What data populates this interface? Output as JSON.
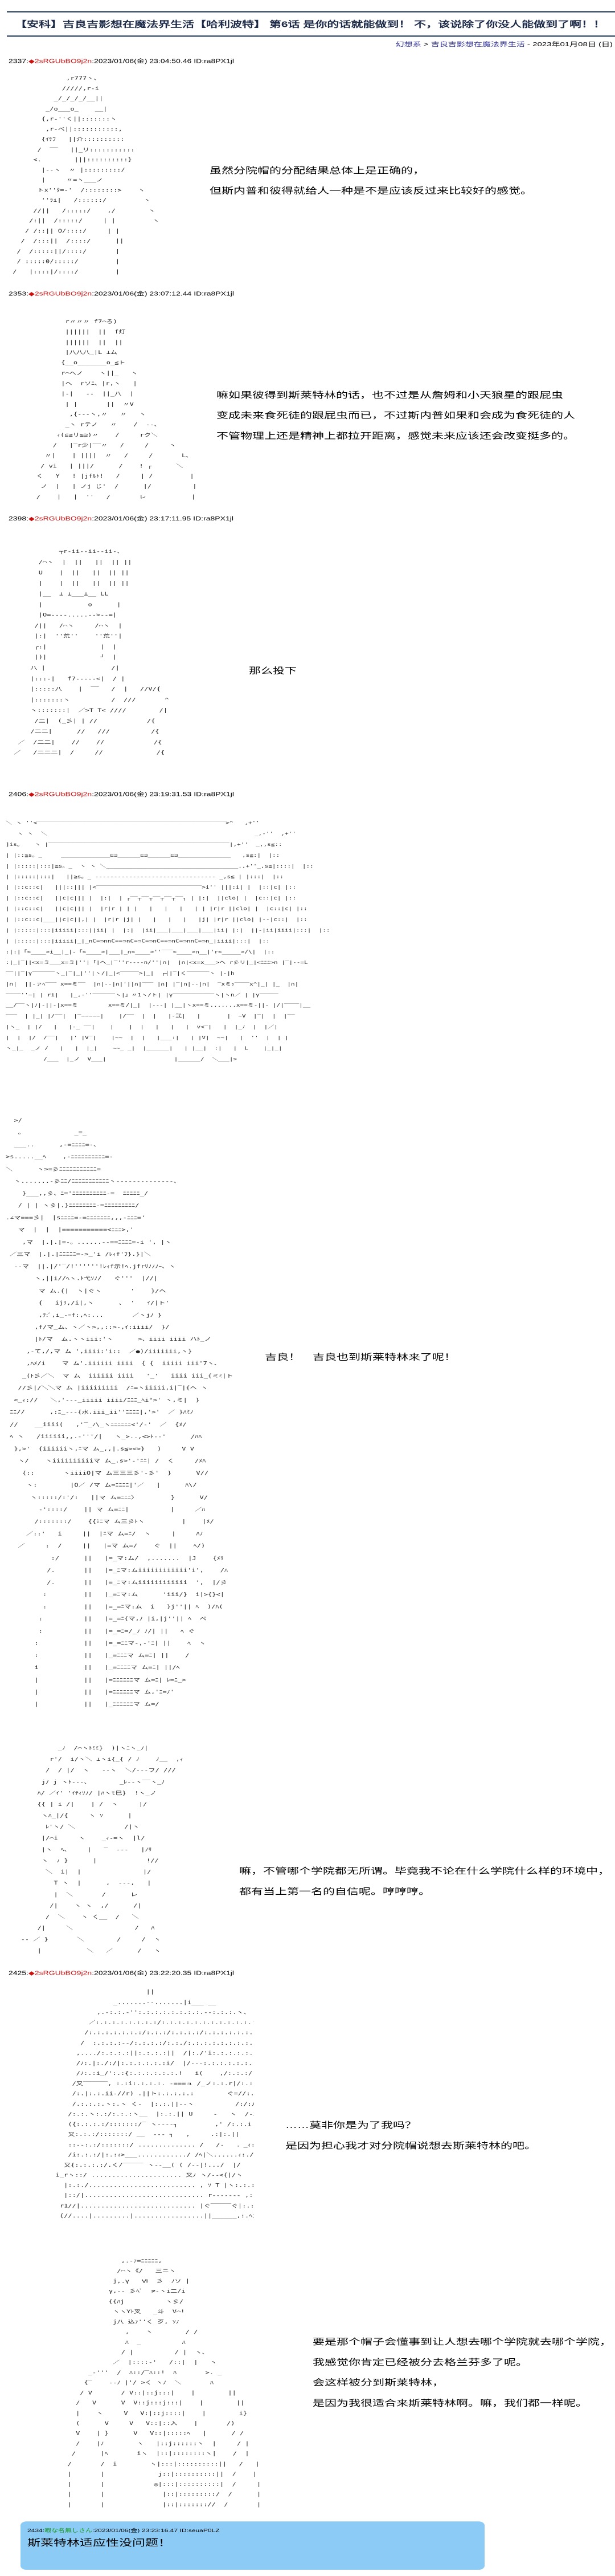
{
  "title": "【安科】吉良吉影想在魔法界生活【哈利波特】 第6话 是你的话就能做到！ 不，该说除了你没人能做到了啊！！",
  "breadcrumb": {
    "category": "幻想系",
    "separator": " > ",
    "series": "吉良吉影想在魔法界生活",
    "date": " - 2023年01月08日 (日)"
  },
  "posts": [
    {
      "number": "2337:",
      "trip": "◆2sRGUbBO9j2n",
      "meta": ":2023/01/06(金) 23:04:50.46 ID:ra8PX1jl"
    },
    {
      "number": "2353:",
      "trip": "◆2sRGUbBO9j2n",
      "meta": ":2023/01/06(金) 23:07:12.44 ID:ra8PX1jl"
    },
    {
      "number": "2398:",
      "trip": "◆2sRGUbBO9j2n",
      "meta": ":2023/01/06(金) 23:17:11.95 ID:ra8PX1jl"
    },
    {
      "number": "2406:",
      "trip": "◆2sRGUbBO9j2n",
      "meta": ":2023/01/06(金) 23:19:31.53 ID:ra8PX1jl"
    },
    {
      "number": "2425:",
      "trip": "◆2sRGUbBO9j2n",
      "meta": ":2023/01/06(金) 23:22:20.35 ID:ra8PX1jl"
    }
  ],
  "texts": {
    "t1": [
      "虽然分院帽的分配结果总体上是正确的，",
      "但斯内普和彼得就给人一种是不是应该反过来比较好的感觉。"
    ],
    "t2": [
      "嘛如果彼得到斯莱特林的话，也不过是从詹姆和小天狼星的跟屁虫",
      "变成未来食死徒的跟屁虫而已，不过斯内普如果和会成为食死徒的人",
      "不管物理上还是精神上都拉开距离，感觉未来应该还会改变挺多的。"
    ],
    "t3": [
      "那么投下"
    ],
    "t4": [
      "吉良！　吉良也到斯莱特林来了呢！"
    ],
    "t5": [
      "嘛，不管哪个学院都无所谓。毕竟我不论在什么学院什么样的环境中，",
      "都有当上第一名的自信呢。哼哼哼。"
    ],
    "t6": [
      "……莫非你是为了我吗？",
      "是因为担心我才对分院帽说想去斯莱特林的吧。"
    ],
    "t7": [
      "要是那个帽子会懂事到让人想去哪个学院就去哪个学院，",
      "我感觉你肯定已经被分去格兰芬多了呢。",
      "会这样被分到斯莱特林，",
      "是因为我很适合来斯莱特林啊。嘛，我们都一样呢。"
    ]
  },
  "reply": {
    "number": "2434:",
    "name": "暇な名無しさん",
    "meta": ":2023/01/06(金) 23:23:16.47 ID:seuaP0LZ",
    "text": "斯莱特林适应性没问题！"
  },
  "art": {
    "a1": [
      "              ,r777ヽ、",
      "             /////,r‐i",
      "           _/_/_/_/__||",
      "         _/o___o_    __|",
      "        {,r‐''く||:::::::ヽ",
      "         ,r‐ベ||:::::::::::,",
      "        {ｲｹﾌ   ||介::::::::::",
      "       /  ‾‾   ||_リ:::::::::::",
      "      <.        |||::::::::::}",
      "        |‐‐ヽ  〃 |:::::::::/",
      "        |     〃=ヽ___ノ",
      "       トx''ﾀ=‐'  /::::::::>    ヽ",
      "        ''ﾗi|   /::::::/         ヽ",
      "      //||   /:::::/    ,/        ヽ",
      "     /:||  /:::::/     | |         ヽ",
      "    / /::|| O/::::/     | |",
      "   /  /:::||  /::::/      ||",
      "  /  /:::::||/::::/       |",
      "  / :::::0/:::::/         |",
      " /   |::::|/::::/         |"
    ],
    "a2": [
      "           r〃〃〃 f7⌒ろ)",
      "           ||||||  ||  f灯",
      "           ||||||  ||  ||",
      "           |八八八_|L ⊥ム",
      "          {__o_______o_≦ト",
      "          r⌒ヘノ    ヽ||_   ヽ",
      "          |へ  rソﾆ、|r,ヽ   |",
      "          |‐|   ‐‐  ||_八  |",
      "           | |       ||  〃V",
      "            ,{‐‐‐ヽ,〃   〃   ヽ",
      "           _ヽ rテノ   〃    /  ‐‐、",
      "         ｨ(⊆≧リ≦⊇)〃    /     rク＼",
      "        /   |‾r少|‾‾〃   /     /     ヽ",
      "      〃|    | ||||  〃   /     /       L、",
      "     / vi   | |||/      /    ! ┌      ＼",
      "    く   Y   ! |jfﾙﾄ!   /     | /         |",
      "     ノ  |   | ノj じ'  /      |/          |",
      "    /    |   |  ''   /       レ           |"
    ],
    "a3": [
      "             ┬r‐ii‐‐ii‐‐ii‐、",
      "        /⌒ヽ  |  ||   ||  || ||",
      "        U    |  ||   ||  || ||",
      "        |    |  ||   ||  || ||",
      "        |__  ⊥ ⊥___⊥__ LL",
      "        |           o      |",
      "        |O=‐‐‐‐.....‐‐>‐‐=|",
      "       /||   /⌒ヽ     /⌒ヽ  |",
      "       |:|  ''荒''    ''荒''|",
      "       ┌:|             |  |",
      "       |)|             ┘  |",
      "      八 |                /|",
      "      |:::‐|   f7‐‐‐‐‐<|  / |",
      "      |:::::八    |  ‾‾   /  |   //V/{",
      "      |:::::::ヽ          /  ///       ^",
      "      ヽ:::::::|  ／>T T< ////        /|",
      "       /二|  (_彡| | //            /{",
      "      /二二|      //   ///          /{",
      "   ／  /二二|    //    //            /{",
      "  ／   /二二二|  /     //             /{"
    ],
    "a4": [
      "＼ ヽ ''<‾‾‾‾‾‾‾‾‾‾‾‾‾‾‾‾‾‾‾‾‾‾‾‾‾‾‾‾‾‾‾‾‾‾‾‾‾‾‾‾‾‾‾‾‾‾‾‾‾‾>^   ,+''",
      "   ヽ ヽ  ＼                                                       _,-''  ,+''",
      "]is。   ヽ |‾‾‾‾‾‾‾‾‾‾‾‾‾‾‾‾‾‾‾‾‾‾‾‾‾‾‾‾‾‾‾‾‾‾‾‾‾‾‾‾‾‾‾‾‾‾‾‾|,+''  _,,s≦::",
      "| |::≧s。_     _____________⊆⊇______⊆⊇______⊆⊇______________   ,s≦:|  |::",
      "| |:::::|:::|≧s。_  ヽ ヽ ＼___________________________________.,+''_,s≦|::::|  |::",
      "| |:::::|:::|   ||≧s。_ ‐‐‐‐‐‐‐‐‐‐‐‐‐‐‐‐‐‐‐‐‐‐‐‐‐‐‐‐‐‐‐‐ _,s≦ | |:::|  |::",
      "| |::c::c|   |||::||| |<‾‾‾‾‾‾‾‾‾‾‾‾‾‾‾‾‾‾‾‾‾‾‾‾‾‾‾‾>i'' |||:i| |  |::|c| |::",
      "| |::c::c|   ||c|c||| |  |:|  | ┌‾‾┬‾‾┬‾‾┬‾‾┬‾‾┐ | |:|  ||clo| |  |c::|c| |::",
      "| |::c::c|   ||c|c||| |  |r|r | | |   |   |   |   | | |r|r ||clo| |  |c::|c| |::",
      "| |::c::c|___||c|c||,| |  |r|r |j| |   |   |   |   |j| |r|r ||clo| |‐‐|c::|  |::",
      "| |:::::|:::|iiiii|:::||ii| |  |:|  |ii|___|___|___|___|ii| |:|  ||‐|ii|iiii|:::|  |::",
      "| |:::::|:::|iiiii|_|_nC=⊃nnC==⊃nC=⊃C=⊃nC==⊃nC=⊃nnC=⊃n_|iiii|:::|  |::",
      ":|:|「<____>i__|_|‐「<____>|___|_∩<____>''‾‾‾<____>∩__|'r<_____>/\\|  |::",
      ":|_|‾||<x=ミ___x=ミ|''|「|ヘ_|‾''r‐‐‐‐n/''|∩|  |∩|<x=x___>ヘ r彡リ|_|<ﾆﾆﾆ>n |‾|‐‐=L",
      "‾‾||‾|γ‾‾‾‾‾‾ヽ_|‾|_|''|ヽ/|_|<‾‾‾‾‾>|_|  ┌┤|‾|く‾‾‾‾‾‾ヽ |‐|h",
      "|∩|  ||‐ァﾍ‾‾‾ x==ミ‾‾  |∩|‐‐|∩|'||∩|‾‾‾ |∩| |‾|∩|‐‐|∩|  ‾xミｯ‾‾‾‾x^|_| |_  |∩|",
      "‾‾‾‾''~| | ri|   |_,‐''‾‾‾‾‾‾ヽ|」〃1ヽ/ト| |γ‾‾‾‾‾‾‾‾‾‾‾ヽ|ヽn／ | |γ‾‾‾‾‾",
      "__/‾‾ヽ|ﾉ|‐||‐|x==ミ        x==ミ/|_|  |‐‐‐| |__|ヽx==ミ.......x==ミ‐||‐ |/|‾‾‾‾|__",
      "‾‾‾  | |_| |/‾‾|  |‾~~~~~|    |/‾‾  |  |   |‐弐|   |       |  ~V  |‾|  |  |‾‾",
      "|ヽ_  | |/   |   |‐_ ‾‾|    |    |  |   |   |   |  v<‾|   |  |_ﾉ  |  |／|",
      "|  |  |/  /‾‾|   |' |V‾|    |~~  |  |   |___:|   | |V|  ~~|   |  ''  |  | |",
      "ヽ_|_  _ノ /   |   |  |_|    ~~_ _|  |______|   | |__|  :|   |  L    |_|_|",
      "          /___  |_ノ  V___|                  |______/  ＼___|>"
    ],
    "a5": [
      "  >/",
      "   。            _=_",
      "  ___..      ,-=ﾆﾆﾆﾆ=-、",
      ">s.....__ﾍ    ,-ﾆﾆﾆﾆﾆﾆﾆﾆﾆﾆ=-",
      "＼      ヽ>=彡ﾆﾆﾆﾆﾆﾆﾆﾆﾆﾆﾆ=",
      "  ヽ.......‐彡ﾆﾆ/ﾆﾆﾆﾆﾆﾆﾆﾆﾆﾆﾆヽ‐‐‐‐‐‐‐‐‐‐‐‐‐‐、",
      "    }___,,彡、ﾆ='ﾆﾆﾆﾆﾆﾆﾆﾆﾆﾆ‐=  ﾆﾆﾆﾆﾆ_/",
      "   / | | ヽ彡|.}ﾆﾆﾆﾆﾆﾆﾆﾆ‐=ﾆﾆﾆﾆﾆﾆﾆﾆﾆ/",
      ".∠マ===彡|  |sﾆﾆﾆﾆ=‐=ﾆﾆﾆﾆﾆﾆﾆ,,,-ﾆﾆﾆ='",
      "   マ  |  |  |===========<ﾆﾆﾆ>,'",
      "    ,マ  |.|.|=‐。......‐‐==ﾆﾆﾆﾆ=‐i ', |ヽ",
      " ／三マ  |.|.|ﾆﾆﾆﾆﾆ=‐>_'i /ﾚｨf'ﾌ}.}|＼",
      "  ‐‐マ  ||.|/'‾/!''''''!ﾚｨf示!ﾍ.jfrﾘﾉﾉﾉｰ、ヽ",
      "       ヽ,||i//ﾍヽ.ﾄ弋ｿﾉ/   ぐ'''  |//|",
      "        マ ム.{|  ヽ|ぐヽ       '    }/ヘ",
      "        {   ijﾘ,/i|,ヽ      ､  '   ｲ/|ト'",
      "        ,ﾃ:ﾞ,i_‐ｰf:,ﾍ:...       ／ヽjﾉ }",
      "       ,f/マ_ム、ヽ／ヽ>,,::>‐,ｲ:iiii/  }/",
      "       |ﾄ/マ  ム.ヽヽiii:'ヽ      >、iiii iiii ハﾄ_ノ",
      "     ,‐て,/,マ ム ',iiii:'i::  ／●)/iiiiiii,ヽ}",
      "     ,ﾊﾒ/i    マ ム'.iiiiii iiii  { {  iiiii iii'7ヽ、",
      "    _(ﾄ彡／＼  マ ム  iiiiii iiii   '_'   iiii iii_{ミﾐ|ト",
      "   //彡|/＼＼マ ム |iiiiiiiii  /ﾆ=ヽiiiii,i|‾|{ヘ ヽ",
      "  <_ｨ://   ＼,'‐‐‐_iiiii iiii/ﾆﾆﾆ_ﾍi°>' ヽ,ミ|  }",
      " ﾆﾆ//      ,:ﾆ_‐‐‐{水.iii_ii''ﾆﾆﾆﾆ|,'>'  ／ }ﾊﾐﾉ",
      " //    __iiii(   ,'‾_ﾉ\\_ヽﾆﾆﾆﾆﾆﾆ<'/‐'  ／  {ﾒ/",
      " ﾍ ヽ   /iiiiii,,.‐'''/|   ヽ_>..,<>ﾄ‐‐'      /ﾊﾊ",
      "  },>'  {iiiiiiヽ,ﾆマ ム_,,|.s≦><>}   )     V V",
      "   ヽ/    ヽiiiiiiiiiiマ ム_.s>'‐'ﾆﾆ| /  く     /ﾒﾊ",
      "    {::       ヽiiiiO|マ ム三三三彡'‐彡'  }      V//",
      "     ヽ:        |O／ /マ ム=ﾆﾆﾆﾆ|'／   |      ﾊ\\/",
      "      ヽ:::::/:'/:   ||マ ム=ﾆﾆﾆ〉        }      V/",
      "        ‐'::::/    || マ ム=ﾆﾆ|          |     ／ﾊ",
      "       /:::::::/    {{ﾐﾆマ ム三彡ﾄヽ         |    |ﾒ/",
      "     ／::'   i     ||  |ﾆマ ム=ﾆ/  ヽ     |     ﾊﾉ",
      "   ／     :  /     ||   |=マ ム=/    ぐ  ||    ﾍ/)",
      "           :/      ||   |=_マ:ム/  ,.......  |J    {ﾒﾘ",
      "          /.       ||   |=_ﾆマ:ムiiiiiiiiiiii'i',    /ﾊ",
      "          /.       ||   |=_ﾆマ:ムiiiiiiiiiiii  ',  |/彡",
      "         :         ||   |_=ﾆマ:ム      'iii/}  i|>{}<|",
      "         :         ||   |=_=ﾆマ:ム  i   }j''|| ﾍ  )/ﾊ(",
      "        :          ||   |=_=ﾆ{マ,ﾉ |i,|j''|| ﾍ  ぺ",
      "        :          ||   |=_=ﾆ=/_ﾉ ﾉ/| ||   ﾍ ぐ",
      "       :           ||   |=_=ﾆﾆマ‐,‐'ﾆ| ||    ﾍ  ヽ",
      "       :           ||   |_=ﾆﾆﾆマ ム=ﾆ| ||    /",
      "       i           ||   |_=ﾆﾆﾆﾆマ ム=ﾆ| ||/ﾍ",
      "       |           ||   |=ﾆﾆﾆﾆﾆﾆマ ム=ﾆ| ﾚ=ﾆ_>",
      "       |           ||   |=ﾆﾆﾆﾆﾆﾆマ ム,'ﾆ=ﾉ'",
      "       |           ||   |_ﾆﾆﾆﾆﾆﾆマ ム=/"
    ],
    "a6": [
      "            _ﾉ  /⌒ヽﾄﾐﾐ}  )|ヽﾆヽ_ﾉ|",
      "          r'/  i/ヽ＼ ⊥ヽi{_{ / ﾉ    ﾉ__  ,ｨ",
      "         /  / |/  ヽ   ‐‐ヽ  ＼/‐‐‐フ/ ///",
      "        jﾉ j ヽﾄ‐‐‐、       _ﾚ‐‐ヽ‾‾ヽ_ﾉ",
      "       ﾊ/ ／ｲ' 'ｲﾃｨｿﾉ/ |ﾊヽt巳}  !ヽ_ノ",
      "       {{ | i /|    | /  ヽ     |/",
      "        ヽﾊ_|/{     ヽ ｿ      |",
      "         ﾚ'ヽ/ ＼            /|ヽ",
      "        |/⌒i     ヽ    _ｨ‐=ヽ  |l/",
      "        |ヽ  ﾍ、    |   ‾  ‐‐‐   |ﾉﾘ",
      "        ヽ  ﾉ }      |            !//",
      "         ＼  i|  |               |/",
      "           T ヽ  |      ,  ‐‐‐,   |",
      "           |  ＼       /      レ",
      "          /|    ヽ ヽ  ,/      /|",
      "         /  ＼    ヽ く__  /   ＼",
      "       /|     ＼               /   ﾊ",
      "   ‐‐ ／ }       ＼        /     /  ヽ",
      "       |           ＼   ／      /   ヽ"
    ],
    "a7": [
      "                         ||",
      "                 _.......‐‐.......|i___ __",
      "             ,.‐:.:.‐'':.:.:.:.:.:.:.:.‐‐:.:.:.ヽ、",
      "           ／:.:.:.:.:.:.:.:/:.:.:.:.:.:.:.:.:.:.:.ヽ.ヽ",
      "          /:.:.:.:.:.:.:/:.:.:/:.:.:.:/:.:.:.:.:.:.:.:.:.,",
      "         /  :.:.:.:‐‐/:.:.:.:/:.:./:.:.:.:.:.:.:.:.:. ヽ",
      "        ,..../:.:.:.:||:.:.:.:||  /|:./'i:.:.:.:.:.:.:.:|:.:. ,",
      "        /ﾉ:.|:./:/|:.:.:.:.:.:i/  |/‐‐‐:.:.:.:.:.:.:.|:.|:.:.",
      "        /ﾉ:.:i_/':.:{:.:.:.:.:.:.!   i(    ,/:.:.:/:.:.:.i:.|",
      "       /又‾‾‾‾‾‾, :.:i:.:.:.:. ‐===ュ /_ノ:.:.r|/:.:.:.}",
      "       /:.|:.:.ii‐//r) .||ト:.:.:.:.:        ぐ=//:.:.ﾉ",
      "       /.:.:.:.ヽ:.ヽ く‐  |:.:.||‐‐ヽ          /:/:ﾉ",
      "      /:.:.ヽ:.:/:.:.:ヽ__  |:.:.|| U     ‐   ヽ  /‐i",
      "      ({:.:.:.:/:::::::/‾ ヽ‐‐‐‐┐         ,' /:.:.i",
      "      又:.:.:/:::::::/ __  ‐‐‐ ┐   ,     .:|:.||",
      "      ::‐-:.:/:::::::/ .............. /   /‐   ．_ｨ:.:|:.||",
      "      /i:.:.:/|:.:ｨ>___............/ /ﾍ|＼......ｨ:./",
      "     又{:.:.:.:/.く/‾‾‾‾‾ ヽ‐‐__( ( /‐‐|!.../  |/",
      "   i_rヽ::/ ...................... 又ﾉ ヽ/‐‐<{|/ヽ",
      "     |:.:./.......................... , ｿ T |ヽ:.:.:.:.",
      "     |::/|............................. r‐‐‐‐‐‐‐ ,:.:.:.:.",
      "    r1//|............................ |ぐ‾‾‾‾‾ぐ|:.:.:.|",
      "    {//....|.........|.................||______,:.ﾍi"
    ],
    "a8": [
      "                ,.‐ｧ=ﾆﾆﾆﾆﾆ,",
      "               /⌒ヽ《/   三ニヽ",
      "              j,.γ   Ⅵ  彡  ﾉソ |",
      "             γ,‐‐ 彡ﾍﾞ  ≠‐ヽi二/i",
      "             {{ﾊj          ヽ彡/",
      "              ヽヽYﾄ叉   _斗  V⌒!",
      "              j八 込ｧ''く 歹, ｿﾉ",
      "                 ,    ヽ        / /",
      "                 ﾊ  _          ﾊ",
      "                / |          / |  ヽ、",
      "              ／  |::::‐'   /::|  |   ヽ",
      "        _‐'''  /  ﾊ::/‾ﾊ::!  ﾊ       >. _",
      "       {‾    ‐‐ﾉ |'/ >く ヽﾉ  ＼       ﾊ",
      "      / V       / V::|::j:::|    |        ||",
      "     /   V      V  V::j:::j:::|    |        ||",
      "     |    ヽ     V   V:|::j::::|    |        i}",
      "     (      V     V   V::|::入    |       /)",
      "     V    | }      V   V::|:::::ﾍ   |      / /",
      "     /    |ﾉ        ヽ   |::j::::::ヽ  |     / |",
      "    /      |ﾍ       iヽ  |::|::::::::ヽ|    /  |",
      "   /       /  i        ヽ|:::|::::::::::||   /   |",
      "   |       |             j::|::::::::::||  /    |",
      "   |       |            ◎|:::|::::::::::|  /     |",
      "   |       |              |::|:::::::::/  /      |",
      "   |       |              |::|::::::://  /       |"
    ]
  }
}
